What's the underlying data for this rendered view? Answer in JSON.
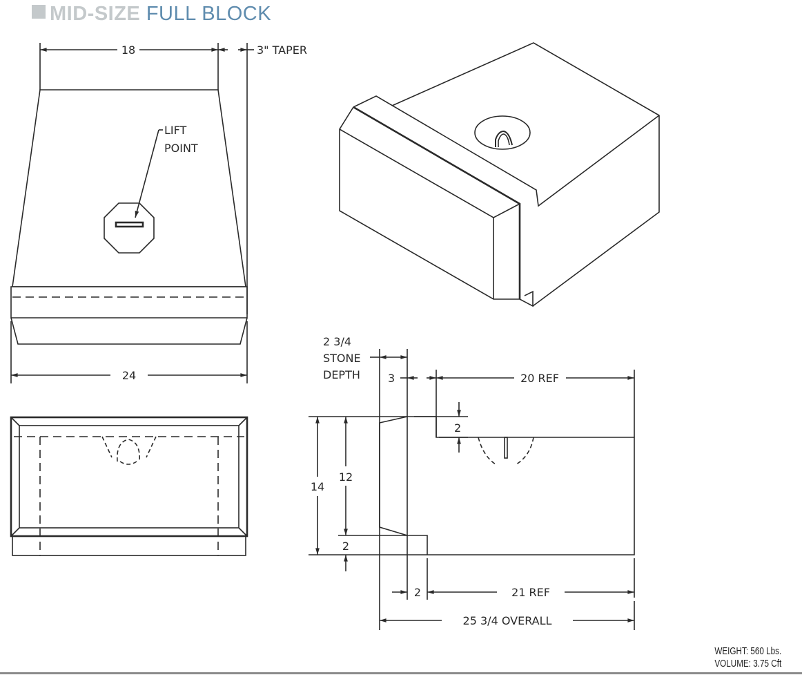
{
  "title": {
    "prefix": "MID-SIZE",
    "suffix": "FULL BLOCK",
    "accent_gray": "#c4c9cb",
    "accent_blue": "#5f8cae"
  },
  "top_view": {
    "dim_top": "18",
    "dim_taper": "3\"  TAPER",
    "lift_label_1": "LIFT",
    "lift_label_2": "POINT",
    "dim_bottom": "24"
  },
  "side_view": {
    "stone_1": "2  3/4",
    "stone_2": "STONE",
    "stone_3": "DEPTH",
    "dim_3": "3",
    "dim_20": "20  REF",
    "dim_2_top": "2",
    "dim_14": "14",
    "dim_12": "12",
    "dim_2_bottom": "2",
    "dim_2_toe": "2",
    "dim_21": "21  REF",
    "dim_overall": "25  3/4  OVERALL"
  },
  "specs": {
    "weight": "WEIGHT:  560 Lbs.",
    "volume": "VOLUME:  3.75 Cft"
  }
}
